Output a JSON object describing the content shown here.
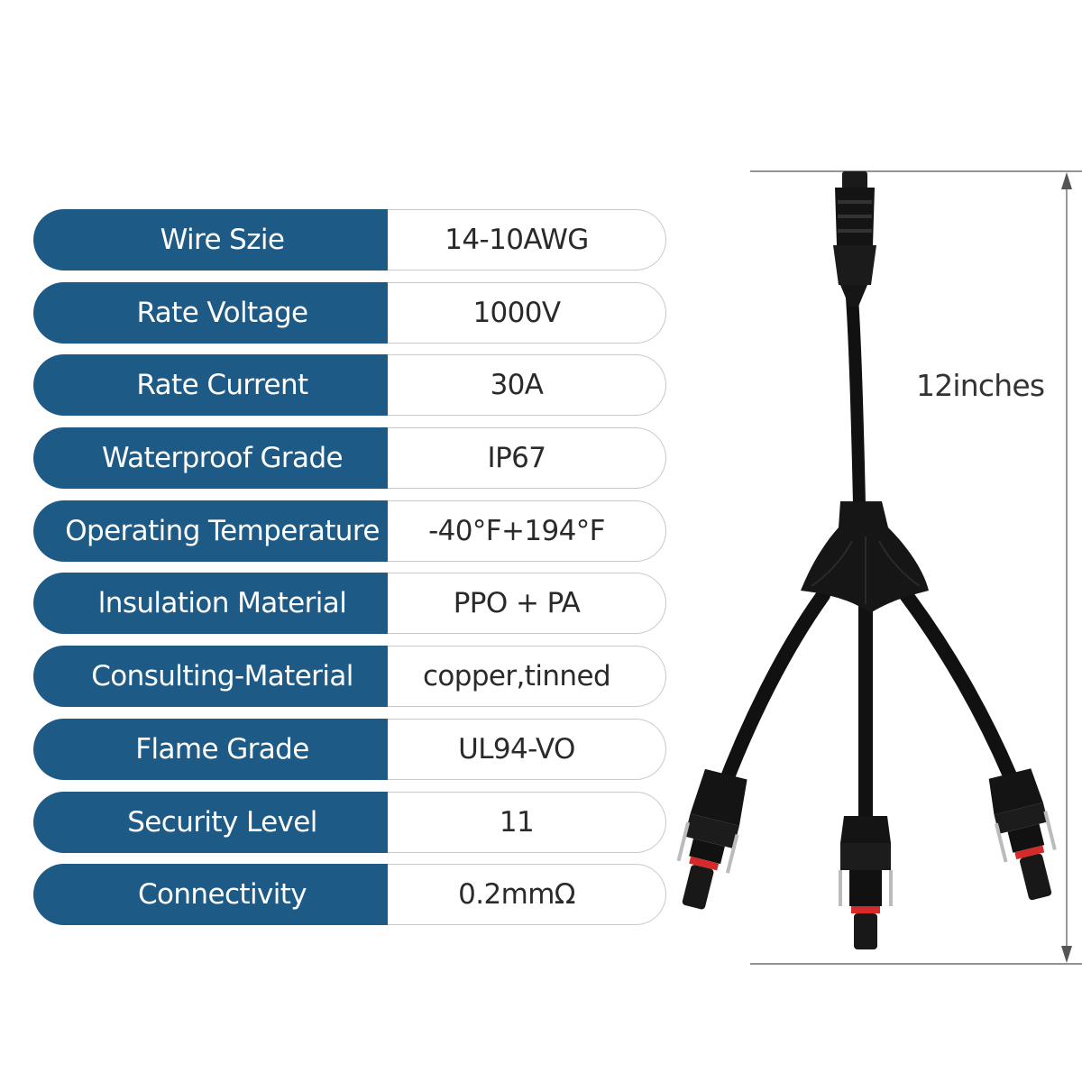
{
  "specs": [
    {
      "label": "Wire Szie",
      "value": "14-10AWG"
    },
    {
      "label": "Rate Voltage",
      "value": "1000V"
    },
    {
      "label": "Rate Current",
      "value": "30A"
    },
    {
      "label": "Waterproof Grade",
      "value": "IP67"
    },
    {
      "label": "Operating Temperature",
      "value": "-40°F+194°F"
    },
    {
      "label": "lnsulation Material",
      "value": "PPO + PA"
    },
    {
      "label": "Consulting-Material",
      "value": "copper,tinned"
    },
    {
      "label": "Flame Grade",
      "value": "UL94-VO"
    },
    {
      "label": "Security Level",
      "value": "11"
    },
    {
      "label": "Connectivity",
      "value": "0.2mmΩ"
    }
  ],
  "dimension": {
    "length_label": "12inches"
  },
  "colors": {
    "label_bg": "#1e5a86",
    "cable": "#111111",
    "seal": "#d62a2a"
  }
}
